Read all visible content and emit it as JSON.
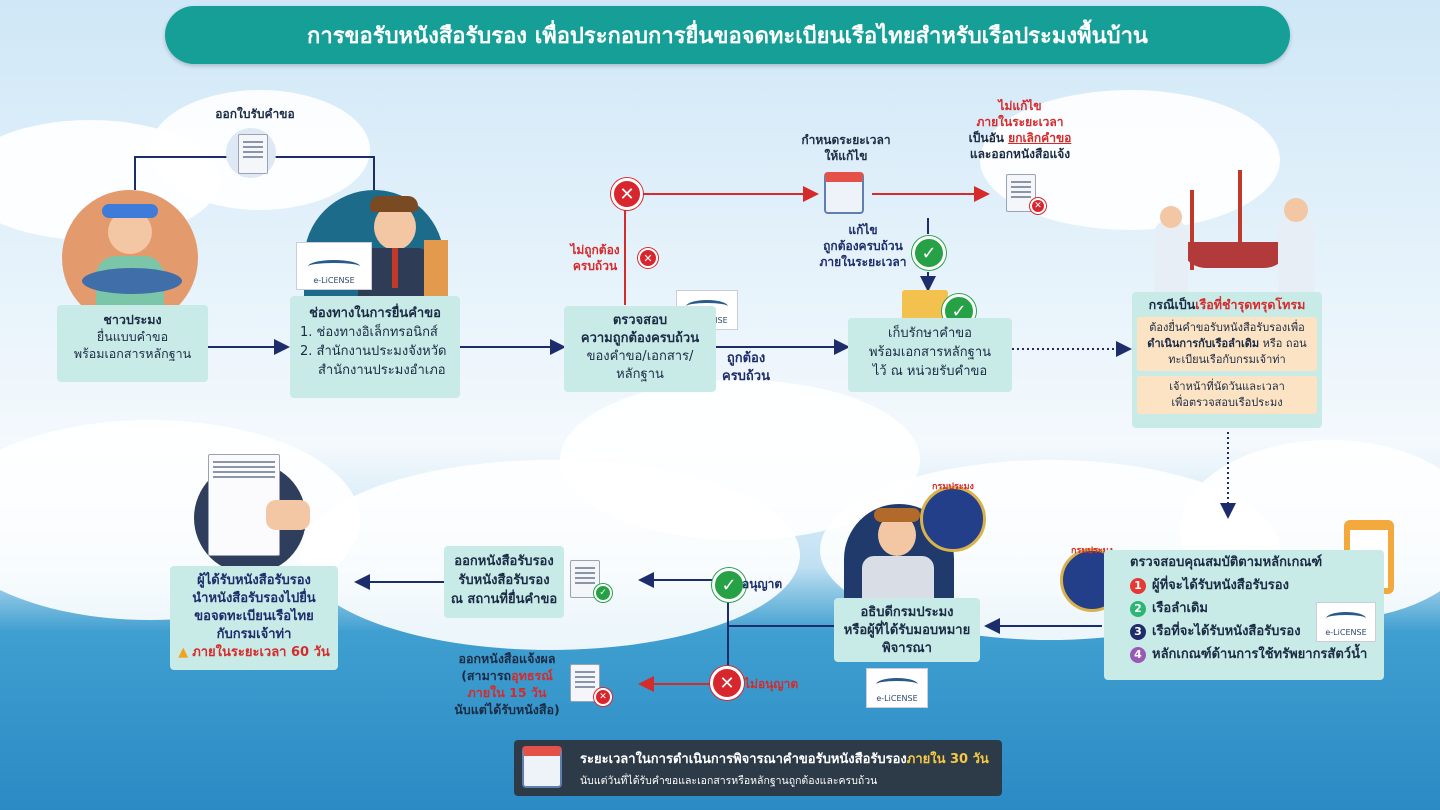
{
  "title": "การขอรับหนังสือรับรอง เพื่อประกอบการยื่นขอจดทะเบียนเรือไทยสำหรับเรือประมงพื้นบ้าน",
  "elicense_label": "e-LiCENSE",
  "issue_receipt": "ออกใบรับคำขอ",
  "fisherman": {
    "title": "ชาวประมง",
    "line1": "ยื่นแบบคำขอ",
    "line2": "พร้อมเอกสารหลักฐาน"
  },
  "channels": {
    "title": "ช่องทางในการยื่นคำขอ",
    "line1": "1. ช่องทางอิเล็กทรอนิกส์",
    "line2": "2. สำนักงานประมงจังหวัด",
    "line3": "สำนักงานประมงอำเภอ"
  },
  "verify": {
    "title1": "ตรวจสอบ",
    "title2": "ความถูกต้องครบถ้วน",
    "line1": "ของคำขอ/เอกสาร/",
    "line2": "หลักฐาน"
  },
  "incomplete": {
    "line1": "ไม่ถูกต้อง",
    "line2": "ครบถ้วน"
  },
  "complete": {
    "line1": "ถูกต้อง",
    "line2": "ครบถ้วน"
  },
  "deadline": {
    "line1": "กำหนดระยะเวลา",
    "line2": "ให้แก้ไข"
  },
  "not_fixed": {
    "line1": "ไม่แก้ไข",
    "line2": "ภายในระยะเวลา",
    "line3a": "เป็นอัน ",
    "line3b": "ยกเลิกคำขอ",
    "line4": "และออกหนังสือแจ้ง"
  },
  "fixed": {
    "line1": "แก้ไข",
    "line2": "ถูกต้องครบถ้วน",
    "line3": "ภายในระยะเวลา"
  },
  "store": {
    "line1": "เก็บรักษาคำขอ",
    "line2": "พร้อมเอกสารหลักฐาน",
    "line3": "ไว้ ณ หน่วยรับคำขอ"
  },
  "damaged": {
    "title_a": "กรณีเป็น",
    "title_b": "เรือที่ชำรุดทรุดโทรม",
    "p1_a": "ต้องยื่นคำขอรับหนังสือรับรองเพื่อ",
    "p1_b": "ดำเนินการกับเรือลำเดิม",
    "p1_c": " หรือ ถอน",
    "p1_d": "ทะเบียนเรือกับกรมเจ้าท่า",
    "p2_a": "เจ้าหน้าที่นัดวันและเวลา",
    "p2_b": "เพื่อตรวจสอบเรือประมง"
  },
  "check": {
    "title": "ตรวจสอบคุณสมบัติตามหลักเกณฑ์",
    "items": [
      {
        "num": "1",
        "label": "ผู้ที่จะได้รับหนังสือรับรอง",
        "color": "#e53935"
      },
      {
        "num": "2",
        "label": "เรือลำเดิม",
        "color": "#2bb673"
      },
      {
        "num": "3",
        "label": "เรือที่จะได้รับหนังสือรับรอง",
        "color": "#1d2d6b"
      },
      {
        "num": "4",
        "label": "หลักเกณฑ์ด้านการใช้ทรัพยากรสัตว์น้ำ",
        "color": "#9b59b6"
      }
    ]
  },
  "seal_text": "กรมประมง",
  "director": {
    "line1": "อธิบดีกรมประมง",
    "line2": "หรือผู้ที่ได้รับมอบหมาย",
    "line3": "พิจารณา"
  },
  "approved": "อนุญาต",
  "rejected": "ไม่อนุญาต",
  "issue_cert": {
    "line1": "ออกหนังสือรับรอง",
    "line2": "รับหนังสือรับรอง",
    "line3": "ณ สถานที่ยื่นคำขอ"
  },
  "notify": {
    "line1": "ออกหนังสือแจ้งผล",
    "line2a": "(สามารถ",
    "line2b": "อุทธรณ์",
    "line3": "ภายใน 15 วัน",
    "line4": "นับแต่ได้รับหนังสือ)"
  },
  "recipient": {
    "line1": "ผู้ได้รับหนังสือรับรอง",
    "line2": "นำหนังสือรับรองไปยื่น",
    "line3": "ขอจดทะเบียนเรือไทย",
    "line4": "กับกรมเจ้าท่า",
    "line5": "ภายในระยะเวลา 60 วัน"
  },
  "timeframe": {
    "line1a": "ระยะเวลาในการดำเนินการพิจารณาคำขอรับหนังสือรับรอง",
    "line1b": "ภายใน 30 วัน",
    "line2": "นับแต่วันที่ได้รับคำขอและเอกสารหรือหลักฐานถูกต้องและครบถ้วน"
  },
  "colors": {
    "teal": "#169f97",
    "box": "#c9ebe8",
    "navy": "#1d2d6b",
    "red": "#d52b2b",
    "green": "#26a146"
  }
}
